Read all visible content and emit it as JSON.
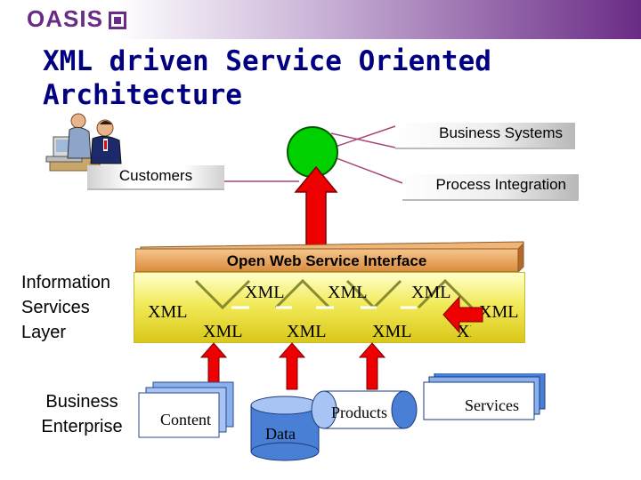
{
  "header": {
    "logo_text": "OASIS"
  },
  "title": "XML driven Service Oriented\nArchitecture",
  "labels": {
    "business_systems": "Business Systems",
    "customers": "Customers",
    "process_integration": "Process Integration",
    "open_interface": "Open Web Service Interface",
    "information_layer": "Information\nServices\nLayer",
    "business_enterprise": "Business\nEnterprise"
  },
  "xml_labels": [
    "XML",
    "XML",
    "XML",
    "XML",
    "XML",
    "XML",
    "XML",
    "XML",
    "XML"
  ],
  "sources": {
    "content": "Content",
    "data": "Data",
    "products": "Products",
    "services": "Services"
  },
  "colors": {
    "brand": "#6a2b86",
    "title": "#000080",
    "node": "#00d000",
    "arrow": "#ee0000",
    "interface_bar": "#e49a55",
    "layer_panel": "#f2ea5a",
    "source_shape": "#4a7fd6"
  }
}
